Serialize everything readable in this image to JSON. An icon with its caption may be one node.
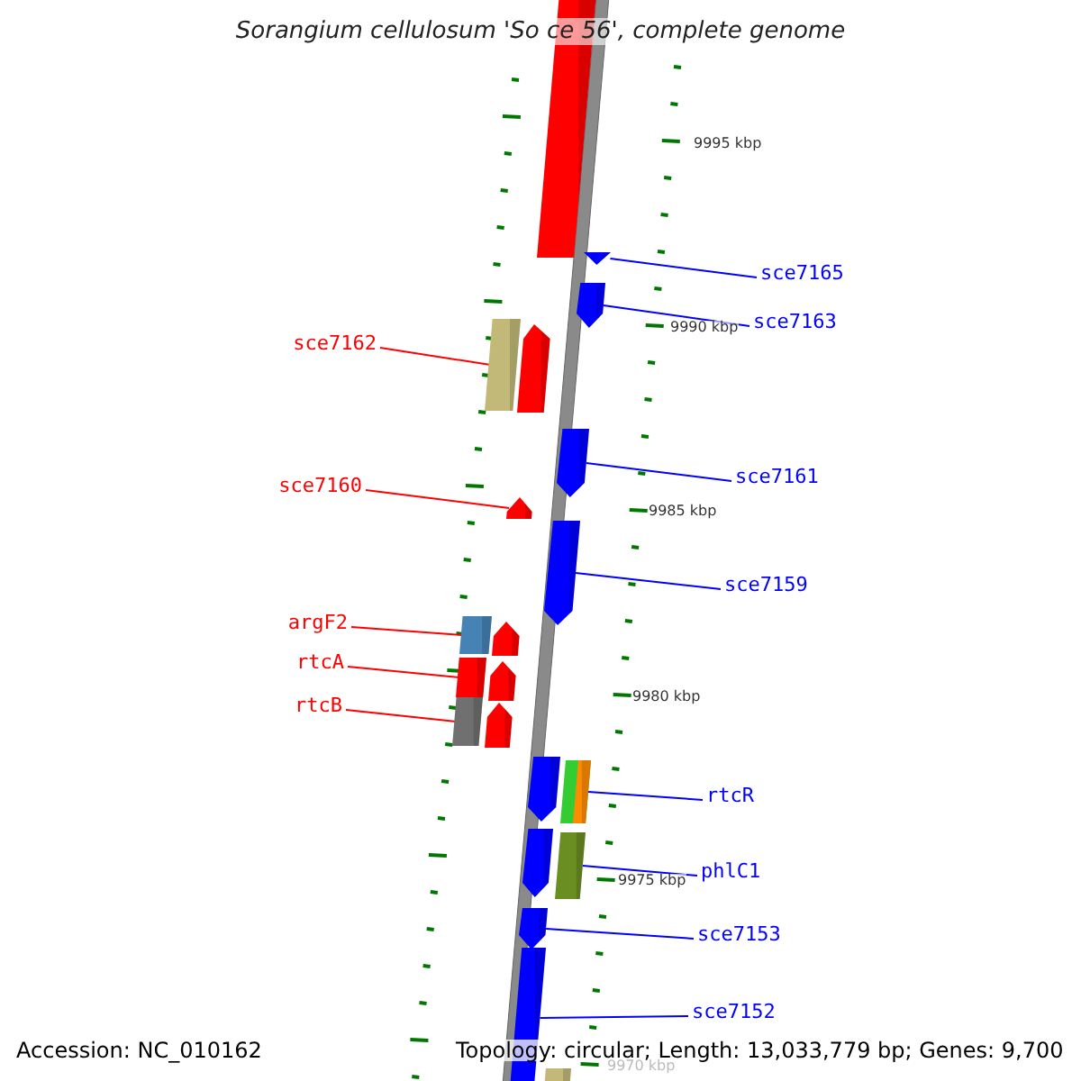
{
  "diagram": {
    "title": "Sorangium cellulosum 'So ce 56', complete genome",
    "nodes": [
      {
        "text": [
          "sce7165"
        ]
      },
      {
        "text": [
          "sce7163"
        ]
      },
      {
        "text": [
          "sce7162"
        ]
      },
      {
        "text": [
          "sce7161"
        ]
      },
      {
        "text": [
          "sce7160"
        ]
      },
      {
        "text": [
          "sce7159"
        ]
      },
      {
        "text": [
          "argF2"
        ]
      },
      {
        "text": [
          "rtcA"
        ]
      },
      {
        "text": [
          "rtcB"
        ]
      },
      {
        "text": [
          "rtcR"
        ]
      },
      {
        "text": [
          "phlC1"
        ]
      },
      {
        "text": [
          "sce7153"
        ]
      },
      {
        "text": [
          "sce7152"
        ]
      },
      {
        "text": [],
        "shape": "bar"
      },
      {
        "text": [],
        "shape": "arrow"
      },
      {
        "text": [],
        "shape": "arrow"
      },
      {
        "text": [],
        "shape": "bar"
      },
      {
        "text": [],
        "shape": "arrow"
      },
      {
        "text": [],
        "shape": "arrow"
      },
      {
        "text": [],
        "shape": "arrow"
      },
      {
        "text": [],
        "shape": "arrow"
      },
      {
        "text": [],
        "shape": "bar"
      },
      {
        "text": [],
        "shape": "arrow"
      },
      {
        "text": [],
        "shape": "bar"
      },
      {
        "text": [],
        "shape": "arrow"
      },
      {
        "text": [],
        "shape": "bar"
      },
      {
        "text": [],
        "shape": "arrow"
      },
      {
        "text": [],
        "shape": "arrow"
      },
      {
        "text": [],
        "shape": "bar"
      },
      {
        "text": [],
        "shape": "arrow"
      },
      {
        "text": [],
        "shape": "bar"
      },
      {
        "text": [],
        "shape": "arrow"
      },
      {
        "text": [],
        "shape": "bar"
      },
      {
        "text": [],
        "shape": "bar"
      }
    ],
    "edges": [
      {
        "from": 0,
        "to": 14,
        "arrow": "none"
      },
      {
        "from": 1,
        "to": 15,
        "arrow": "none"
      },
      {
        "from": 2,
        "to": 16,
        "arrow": "none",
        "color": "#ff0000"
      },
      {
        "from": 3,
        "to": 18,
        "arrow": "none"
      },
      {
        "from": 4,
        "to": 19,
        "arrow": "none",
        "color": "#ff0000"
      },
      {
        "from": 5,
        "to": 20,
        "arrow": "none"
      },
      {
        "from": 6,
        "to": 21,
        "arrow": "none",
        "color": "#ff0000"
      },
      {
        "from": 7,
        "to": 23,
        "arrow": "none",
        "color": "#ff0000"
      },
      {
        "from": 8,
        "to": 25,
        "arrow": "none",
        "color": "#ff0000"
      },
      {
        "from": 9,
        "to": 28,
        "arrow": "none"
      },
      {
        "from": 10,
        "to": 30,
        "arrow": "none"
      },
      {
        "from": 11,
        "to": 31,
        "arrow": "none"
      },
      {
        "from": 12,
        "to": 32,
        "arrow": "none"
      }
    ],
    "labels": [
      "9995 kbp",
      "9990 kbp",
      "9985 kbp",
      "9980 kbp",
      "9975 kbp",
      "Accession: NC_010162",
      "Topology: circular; Length: 13,033,779 bp; Genes: 9,700",
      "9970 kbp"
    ]
  }
}
